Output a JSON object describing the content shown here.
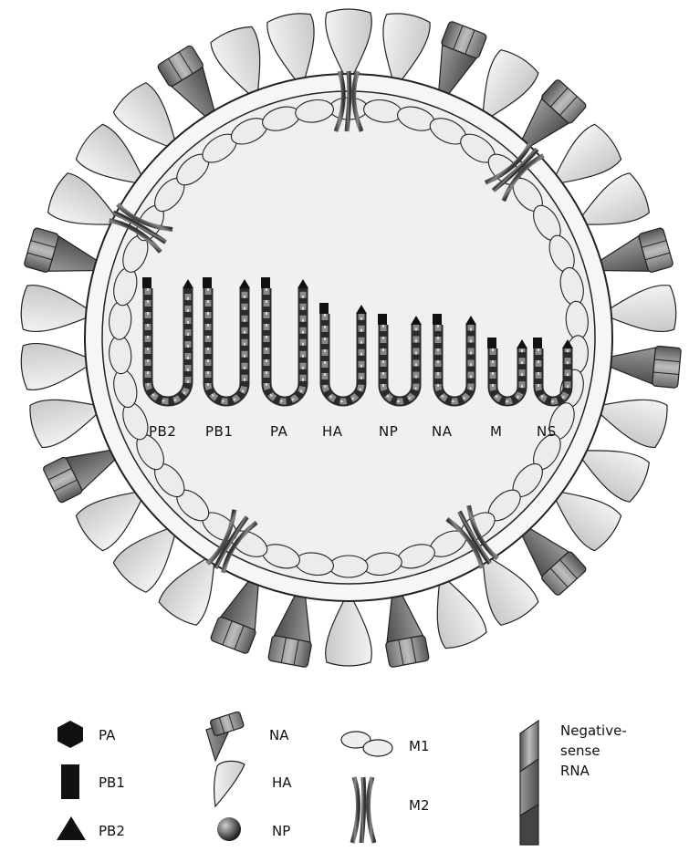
{
  "diagram": {
    "segments": [
      "PB2",
      "PB1",
      "PA",
      "HA",
      "NP",
      "NA",
      "M",
      "NS"
    ],
    "legend": {
      "pa": "PA",
      "pb1": "PB1",
      "pb2": "PB2",
      "na": "NA",
      "ha": "HA",
      "np": "NP",
      "m1": "M1",
      "m2": "M2",
      "rna_line1": "Negative-",
      "rna_line2": "sense",
      "rna_line3": "RNA"
    }
  }
}
